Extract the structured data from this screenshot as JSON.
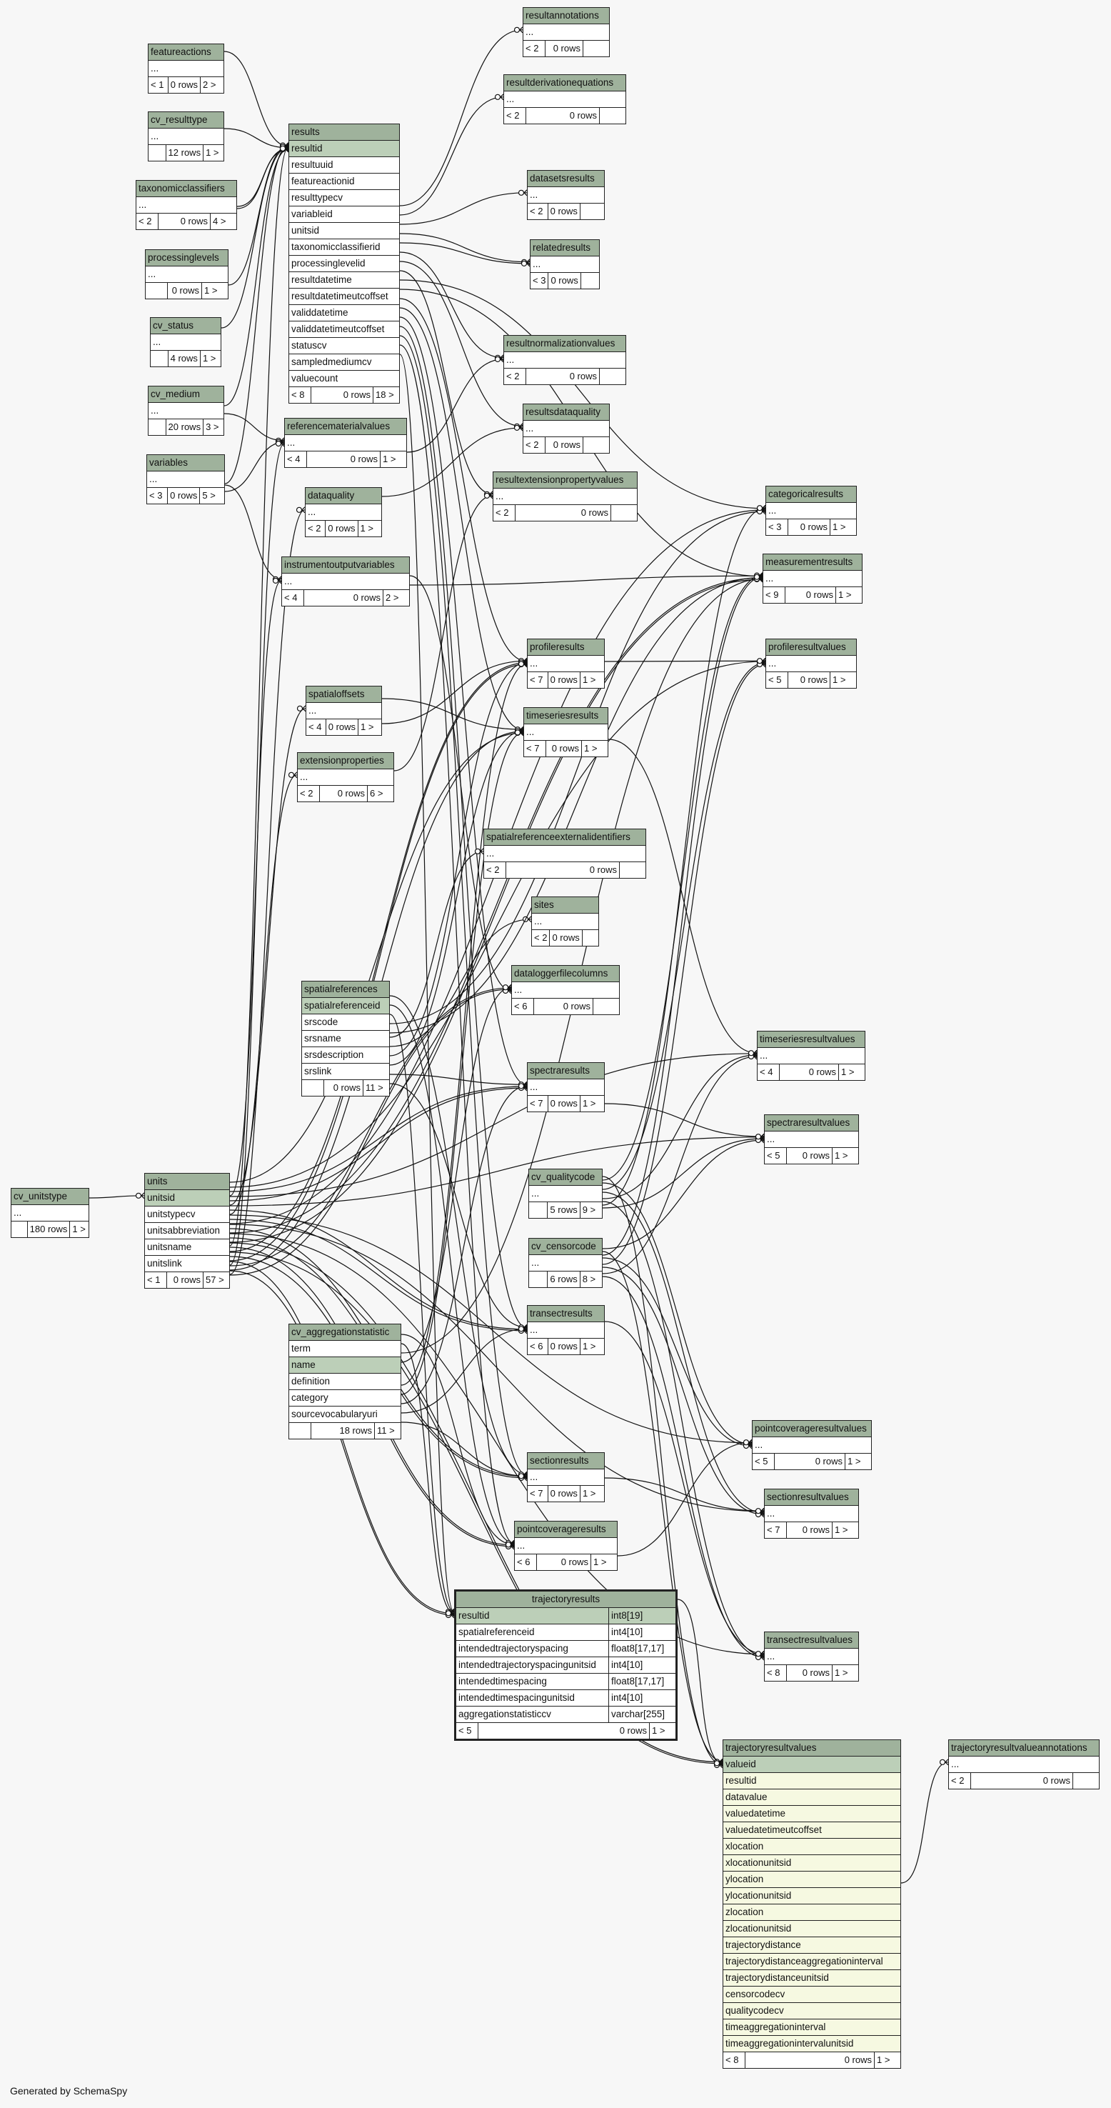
{
  "diagram": {
    "footer": "Generated by SchemaSpy",
    "tables": [
      {
        "id": "featureactions",
        "name": "featureactions",
        "parents": "< 1",
        "rows": "0 rows",
        "children": "2 >"
      },
      {
        "id": "cv_resulttype",
        "name": "cv_resulttype",
        "parents": "",
        "rows": "12 rows",
        "children": "1 >"
      },
      {
        "id": "taxonomicclassifiers",
        "name": "taxonomicclassifiers",
        "parents": "< 2",
        "rows": "0 rows",
        "children": "4 >"
      },
      {
        "id": "processinglevels",
        "name": "processinglevels",
        "parents": "",
        "rows": "0 rows",
        "children": "1 >"
      },
      {
        "id": "cv_status",
        "name": "cv_status",
        "parents": "",
        "rows": "4 rows",
        "children": "1 >"
      },
      {
        "id": "cv_medium",
        "name": "cv_medium",
        "parents": "",
        "rows": "20 rows",
        "children": "3 >"
      },
      {
        "id": "variables",
        "name": "variables",
        "parents": "< 3",
        "rows": "0 rows",
        "children": "5 >"
      },
      {
        "id": "results",
        "name": "results",
        "columns": [
          "resultid",
          "resultuuid",
          "featureactionid",
          "resulttypecv",
          "variableid",
          "unitsid",
          "taxonomicclassifierid",
          "processinglevelid",
          "resultdatetime",
          "resultdatetimeutcoffset",
          "validdatetime",
          "validdatetimeutcoffset",
          "statuscv",
          "sampledmediumcv",
          "valuecount"
        ],
        "parents": "< 8",
        "rows": "0 rows",
        "children": "18 >"
      },
      {
        "id": "referencematerialvalues",
        "name": "referencematerialvalues",
        "parents": "< 4",
        "rows": "0 rows",
        "children": "1 >"
      },
      {
        "id": "dataquality",
        "name": "dataquality",
        "parents": "< 2",
        "rows": "0 rows",
        "children": "1 >"
      },
      {
        "id": "instrumentoutputvariables",
        "name": "instrumentoutputvariables",
        "parents": "< 4",
        "rows": "0 rows",
        "children": "2 >"
      },
      {
        "id": "spatialoffsets",
        "name": "spatialoffsets",
        "parents": "< 4",
        "rows": "0 rows",
        "children": "1 >"
      },
      {
        "id": "extensionproperties",
        "name": "extensionproperties",
        "parents": "< 2",
        "rows": "0 rows",
        "children": "6 >"
      },
      {
        "id": "spatialreferences",
        "name": "spatialreferences",
        "columns": [
          "spatialreferenceid",
          "srscode",
          "srsname",
          "srsdescription",
          "srslink"
        ],
        "parents": "",
        "rows": "0 rows",
        "children": "11 >"
      },
      {
        "id": "cv_unitstype",
        "name": "cv_unitstype",
        "parents": "",
        "rows": "180 rows",
        "children": "1 >"
      },
      {
        "id": "units",
        "name": "units",
        "columns": [
          "unitsid",
          "unitstypecv",
          "unitsabbreviation",
          "unitsname",
          "unitslink"
        ],
        "parents": "< 1",
        "rows": "0 rows",
        "children": "57 >"
      },
      {
        "id": "cv_aggregationstatistic",
        "name": "cv_aggregationstatistic",
        "columns": [
          "term",
          "name",
          "definition",
          "category",
          "sourcevocabularyuri"
        ],
        "parents": "",
        "rows": "18 rows",
        "children": "11 >"
      },
      {
        "id": "resultannotations",
        "name": "resultannotations",
        "parents": "< 2",
        "rows": "0 rows",
        "children": ""
      },
      {
        "id": "resultderivationequations",
        "name": "resultderivationequations",
        "parents": "< 2",
        "rows": "0 rows",
        "children": ""
      },
      {
        "id": "datasetsresults",
        "name": "datasetsresults",
        "parents": "< 2",
        "rows": "0 rows",
        "children": ""
      },
      {
        "id": "relatedresults",
        "name": "relatedresults",
        "parents": "< 3",
        "rows": "0 rows",
        "children": ""
      },
      {
        "id": "resultnormalizationvalues",
        "name": "resultnormalizationvalues",
        "parents": "< 2",
        "rows": "0 rows",
        "children": ""
      },
      {
        "id": "resultsdataquality",
        "name": "resultsdataquality",
        "parents": "< 2",
        "rows": "0 rows",
        "children": ""
      },
      {
        "id": "resultextensionpropertyvalues",
        "name": "resultextensionpropertyvalues",
        "parents": "< 2",
        "rows": "0 rows",
        "children": ""
      },
      {
        "id": "profileresults",
        "name": "profileresults",
        "parents": "< 7",
        "rows": "0 rows",
        "children": "1 >"
      },
      {
        "id": "timeseriesresults",
        "name": "timeseriesresults",
        "parents": "< 7",
        "rows": "0 rows",
        "children": "1 >"
      },
      {
        "id": "spatialreferenceexternalidentifiers",
        "name": "spatialreferenceexternalidentifiers",
        "parents": "< 2",
        "rows": "0 rows",
        "children": ""
      },
      {
        "id": "sites",
        "name": "sites",
        "parents": "< 2",
        "rows": "0 rows",
        "children": ""
      },
      {
        "id": "dataloggerfilecolumns",
        "name": "dataloggerfilecolumns",
        "parents": "< 6",
        "rows": "0 rows",
        "children": ""
      },
      {
        "id": "spectraresults",
        "name": "spectraresults",
        "parents": "< 7",
        "rows": "0 rows",
        "children": "1 >"
      },
      {
        "id": "cv_qualitycode",
        "name": "cv_qualitycode",
        "parents": "",
        "rows": "5 rows",
        "children": "9 >"
      },
      {
        "id": "cv_censorcode",
        "name": "cv_censorcode",
        "parents": "",
        "rows": "6 rows",
        "children": "8 >"
      },
      {
        "id": "transectresults",
        "name": "transectresults",
        "parents": "< 6",
        "rows": "0 rows",
        "children": "1 >"
      },
      {
        "id": "sectionresults",
        "name": "sectionresults",
        "parents": "< 7",
        "rows": "0 rows",
        "children": "1 >"
      },
      {
        "id": "pointcoverageresults",
        "name": "pointcoverageresults",
        "parents": "< 6",
        "rows": "0 rows",
        "children": "1 >"
      },
      {
        "id": "trajectoryresults",
        "name": "trajectoryresults",
        "columns": [
          [
            "resultid",
            "int8[19]"
          ],
          [
            "spatialreferenceid",
            "int4[10]"
          ],
          [
            "intendedtrajectoryspacing",
            "float8[17,17]"
          ],
          [
            "intendedtrajectoryspacingunitsid",
            "int4[10]"
          ],
          [
            "intendedtimespacing",
            "float8[17,17]"
          ],
          [
            "intendedtimespacingunitsid",
            "int4[10]"
          ],
          [
            "aggregationstatisticcv",
            "varchar[255]"
          ]
        ],
        "parents": "< 5",
        "rows": "0 rows",
        "children": "1 >"
      },
      {
        "id": "categoricalresults",
        "name": "categoricalresults",
        "parents": "< 3",
        "rows": "0 rows",
        "children": "1 >"
      },
      {
        "id": "measurementresults",
        "name": "measurementresults",
        "parents": "< 9",
        "rows": "0 rows",
        "children": "1 >"
      },
      {
        "id": "profileresultvalues",
        "name": "profileresultvalues",
        "parents": "< 5",
        "rows": "0 rows",
        "children": "1 >"
      },
      {
        "id": "timeseriesresultvalues",
        "name": "timeseriesresultvalues",
        "parents": "< 4",
        "rows": "0 rows",
        "children": "1 >"
      },
      {
        "id": "spectraresultvalues",
        "name": "spectraresultvalues",
        "parents": "< 5",
        "rows": "0 rows",
        "children": "1 >"
      },
      {
        "id": "pointcoverageresultvalues",
        "name": "pointcoverageresultvalues",
        "parents": "< 5",
        "rows": "0 rows",
        "children": "1 >"
      },
      {
        "id": "sectionresultvalues",
        "name": "sectionresultvalues",
        "parents": "< 7",
        "rows": "0 rows",
        "children": "1 >"
      },
      {
        "id": "transectresultvalues",
        "name": "transectresultvalues",
        "parents": "< 8",
        "rows": "0 rows",
        "children": "1 >"
      },
      {
        "id": "trajectoryresultvalues",
        "name": "trajectoryresultvalues",
        "columns": [
          "valueid",
          "resultid",
          "datavalue",
          "valuedatetime",
          "valuedatetimeutcoffset",
          "xlocation",
          "xlocationunitsid",
          "ylocation",
          "ylocationunitsid",
          "zlocation",
          "zlocationunitsid",
          "trajectorydistance",
          "trajectorydistanceaggregationinterval",
          "trajectorydistanceunitsid",
          "censorcodecv",
          "qualitycodecv",
          "timeaggregationinterval",
          "timeaggregationintervalunitsid"
        ],
        "parents": "< 8",
        "rows": "0 rows",
        "children": "1 >"
      },
      {
        "id": "trajectoryresultvalueannotations",
        "name": "trajectoryresultvalueannotations",
        "parents": "< 2",
        "rows": "0 rows",
        "children": ""
      }
    ],
    "ellipsis": "..."
  }
}
